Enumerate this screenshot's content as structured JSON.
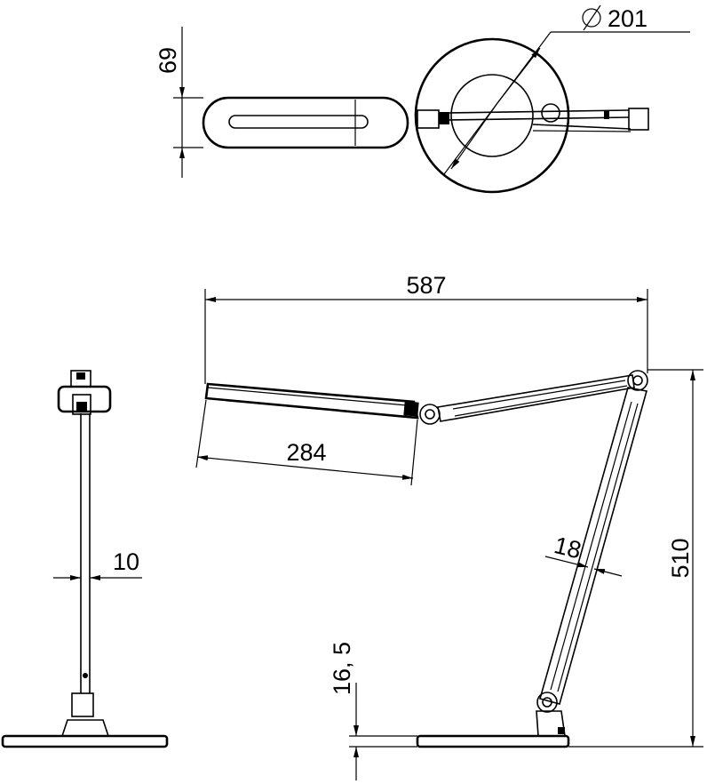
{
  "dimensions": {
    "head_diameter": "201",
    "head_width": "69",
    "total_reach": "587",
    "head_length": "284",
    "total_height": "510",
    "arm_width": "18",
    "pole_width": "10",
    "base_height": "16, 5"
  },
  "symbols": {
    "diameter": "∅"
  }
}
